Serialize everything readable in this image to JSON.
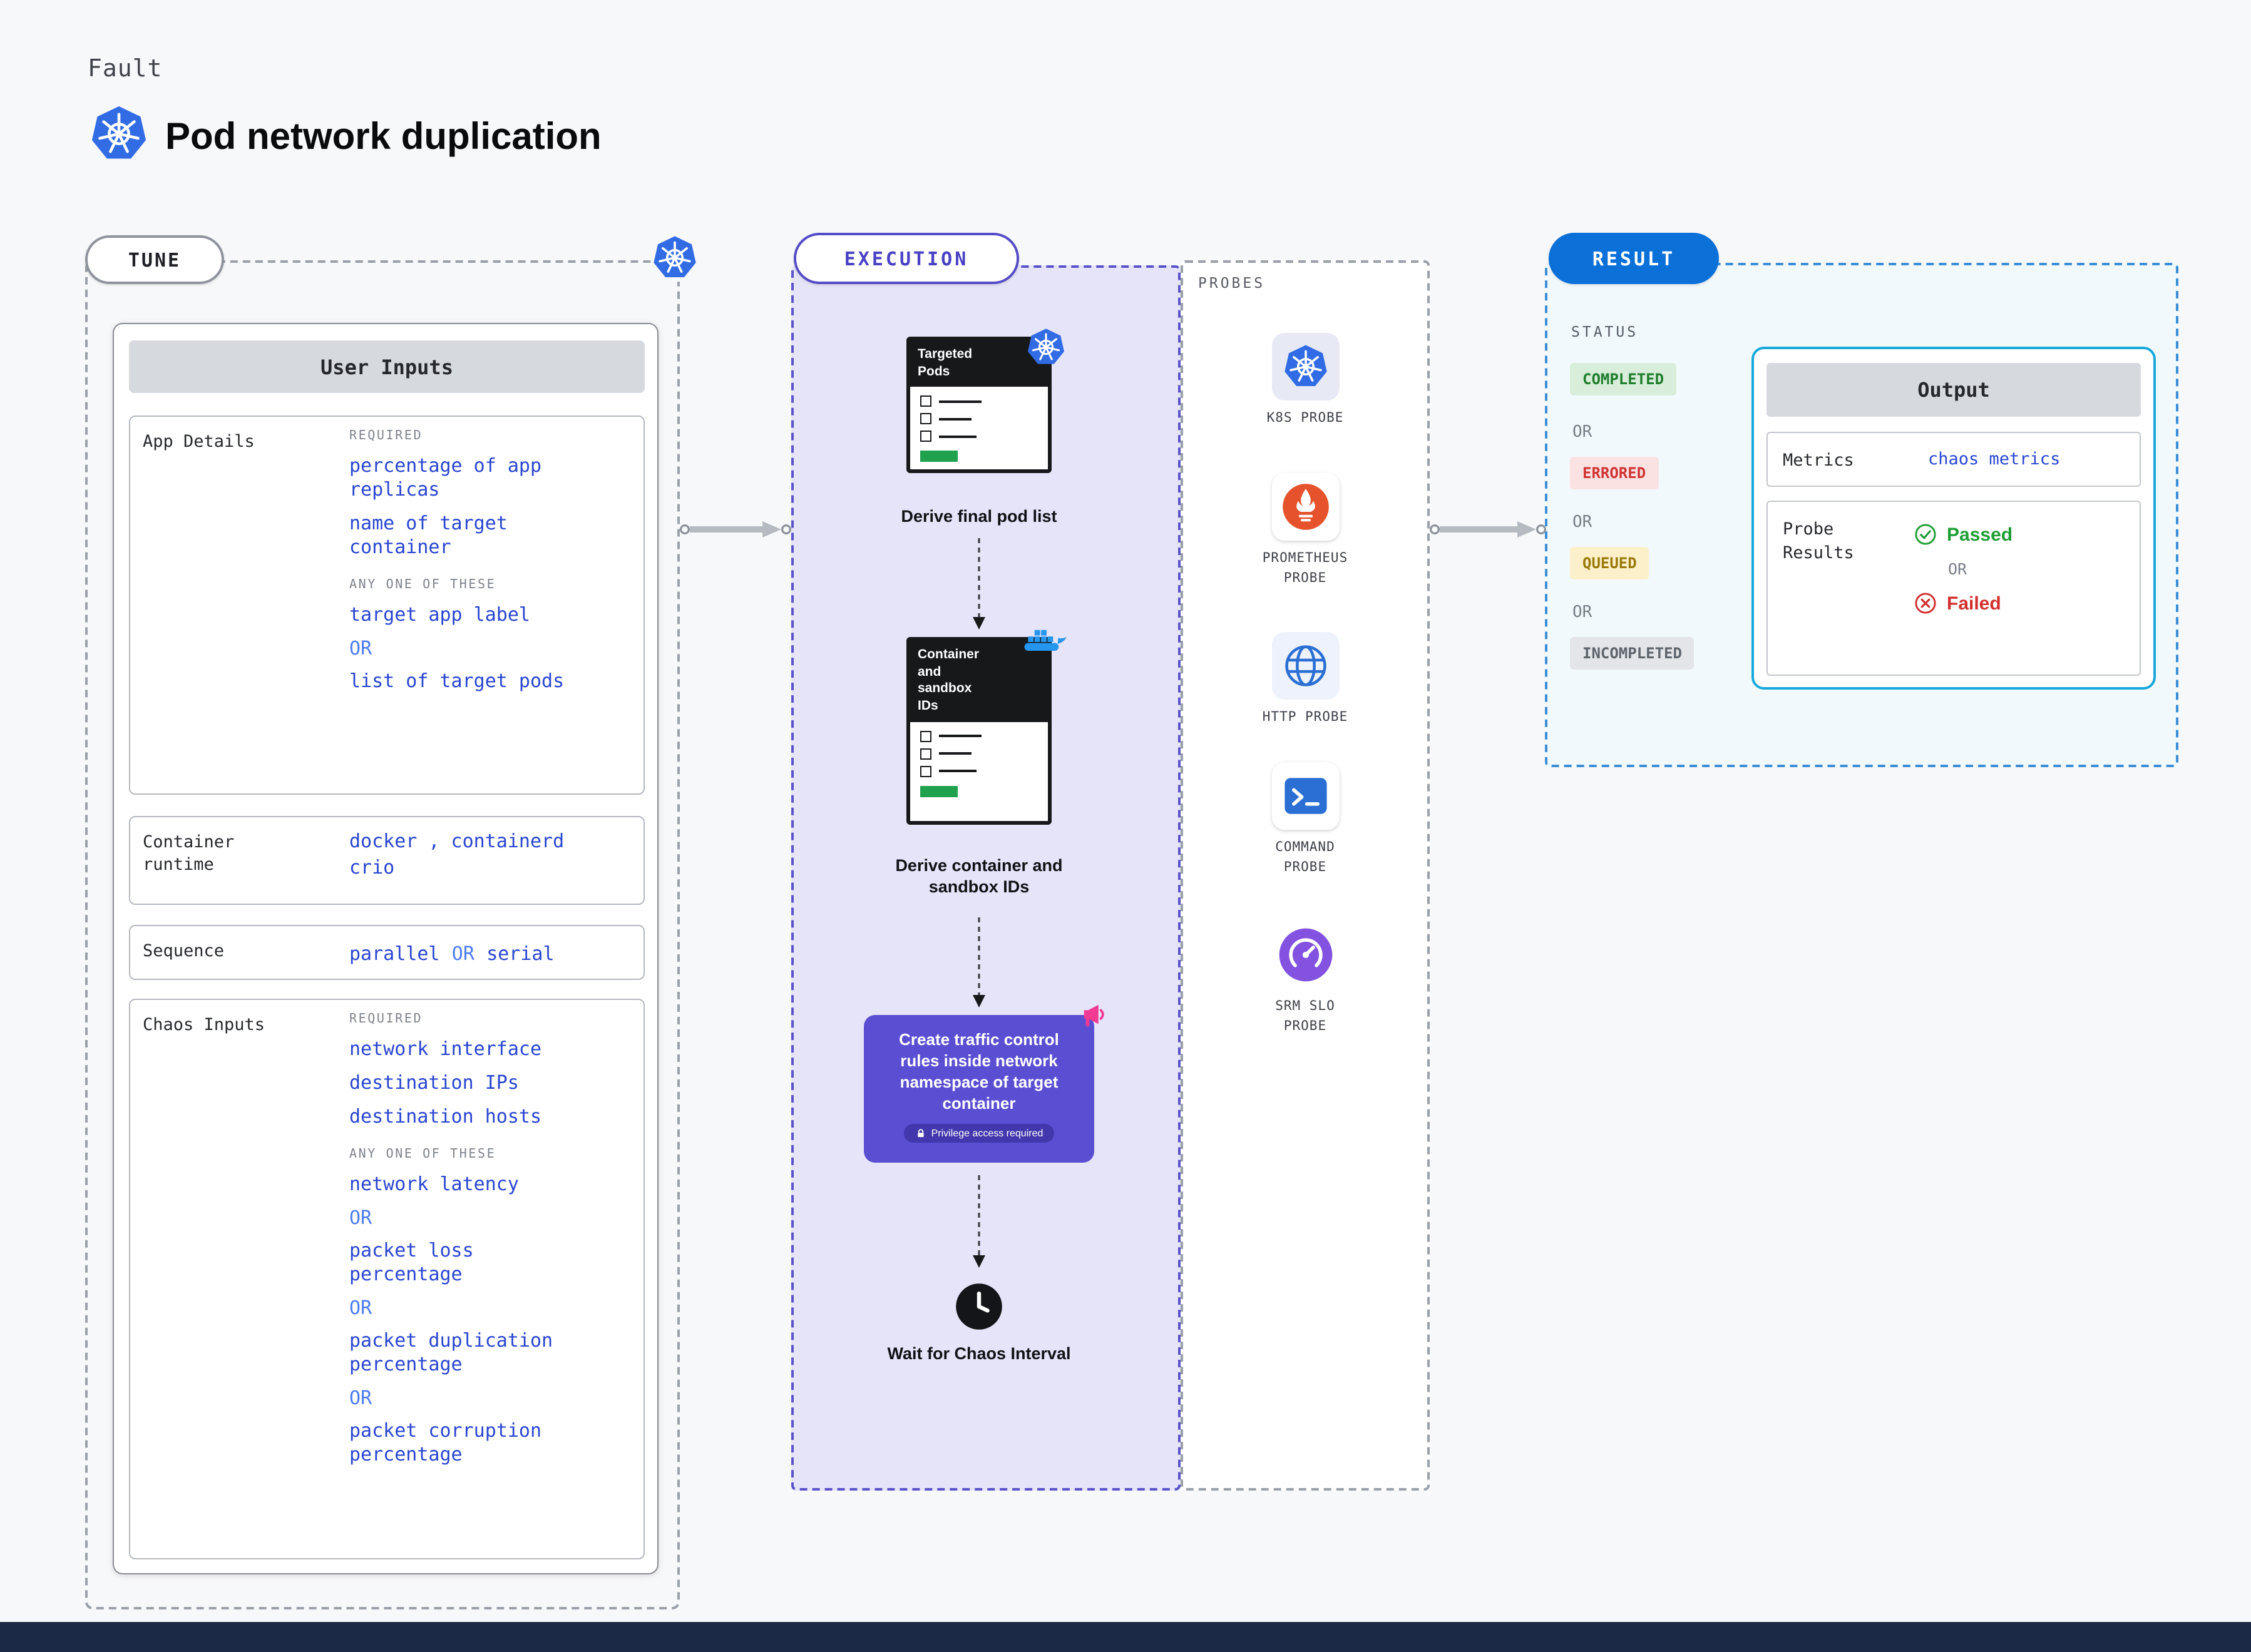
{
  "page": {
    "eyebrow": "Fault",
    "title": "Pod network duplication"
  },
  "tune": {
    "label": "TUNE",
    "user_inputs": {
      "title": "User Inputs",
      "app_details": {
        "label": "App Details",
        "required_heading": "REQUIRED",
        "required_items": [
          "percentage of app replicas",
          "name of target container"
        ],
        "any_heading": "ANY ONE OF THESE",
        "any_option_1": "target app label",
        "or": "OR",
        "any_option_2": "list of target pods"
      },
      "container_runtime": {
        "label": "Container runtime",
        "line1": "docker , containerd",
        "line2": "crio"
      },
      "sequence": {
        "label": "Sequence",
        "option_1": "parallel",
        "or": "OR",
        "option_2": "serial"
      },
      "chaos_inputs": {
        "label": "Chaos Inputs",
        "required_heading": "REQUIRED",
        "required_items": [
          "network interface",
          "destination IPs",
          "destination hosts"
        ],
        "any_heading": "ANY ONE OF THESE",
        "or": "OR",
        "any_options": [
          "network latency",
          "packet loss percentage",
          "packet duplication percentage",
          "packet corruption percentage"
        ]
      }
    }
  },
  "execution": {
    "label": "EXECUTION",
    "step_1": {
      "doc_title": "Targeted Pods",
      "caption": "Derive final pod list"
    },
    "step_2": {
      "doc_title": "Container and sandbox IDs",
      "caption": "Derive container and sandbox IDs"
    },
    "step_3": {
      "text": "Create traffic control rules inside network namespace of target container",
      "note": "Privilege access required"
    },
    "step_4": {
      "caption": "Wait for Chaos Interval"
    }
  },
  "probes": {
    "label": "PROBES",
    "items": [
      {
        "name": "K8S PROBE",
        "icon": "kubernetes-icon"
      },
      {
        "name": "PROMETHEUS PROBE",
        "icon": "prometheus-icon"
      },
      {
        "name": "HTTP PROBE",
        "icon": "globe-icon"
      },
      {
        "name": "COMMAND PROBE",
        "icon": "terminal-icon"
      },
      {
        "name": "SRM SLO PROBE",
        "icon": "gauge-icon"
      }
    ]
  },
  "result": {
    "label": "RESULT",
    "status_heading": "STATUS",
    "or": "OR",
    "statuses": [
      {
        "text": "COMPLETED",
        "color": "#1e7e2c",
        "bg": "#d8eeda"
      },
      {
        "text": "ERRORED",
        "color": "#d13434",
        "bg": "#fae2e2"
      },
      {
        "text": "QUEUED",
        "color": "#997a08",
        "bg": "#fcf0ca"
      },
      {
        "text": "INCOMPLETED",
        "color": "#5e646c",
        "bg": "#e3e5e9"
      }
    ],
    "output": {
      "title": "Output",
      "metrics_label": "Metrics",
      "metrics_value": "chaos metrics",
      "probe_results_label": "Probe Results",
      "passed": "Passed",
      "or": "OR",
      "failed": "Failed"
    }
  },
  "colors": {
    "value_blue": "#2945d0",
    "or_blue": "#4d7df2",
    "execution_purple": "#5a4ed2",
    "result_blue": "#0b70d8",
    "passed_green": "#1f9e34",
    "failed_red": "#d22f2f",
    "kubernetes_blue": "#326ce5",
    "footer_navy": "#1b2946"
  }
}
